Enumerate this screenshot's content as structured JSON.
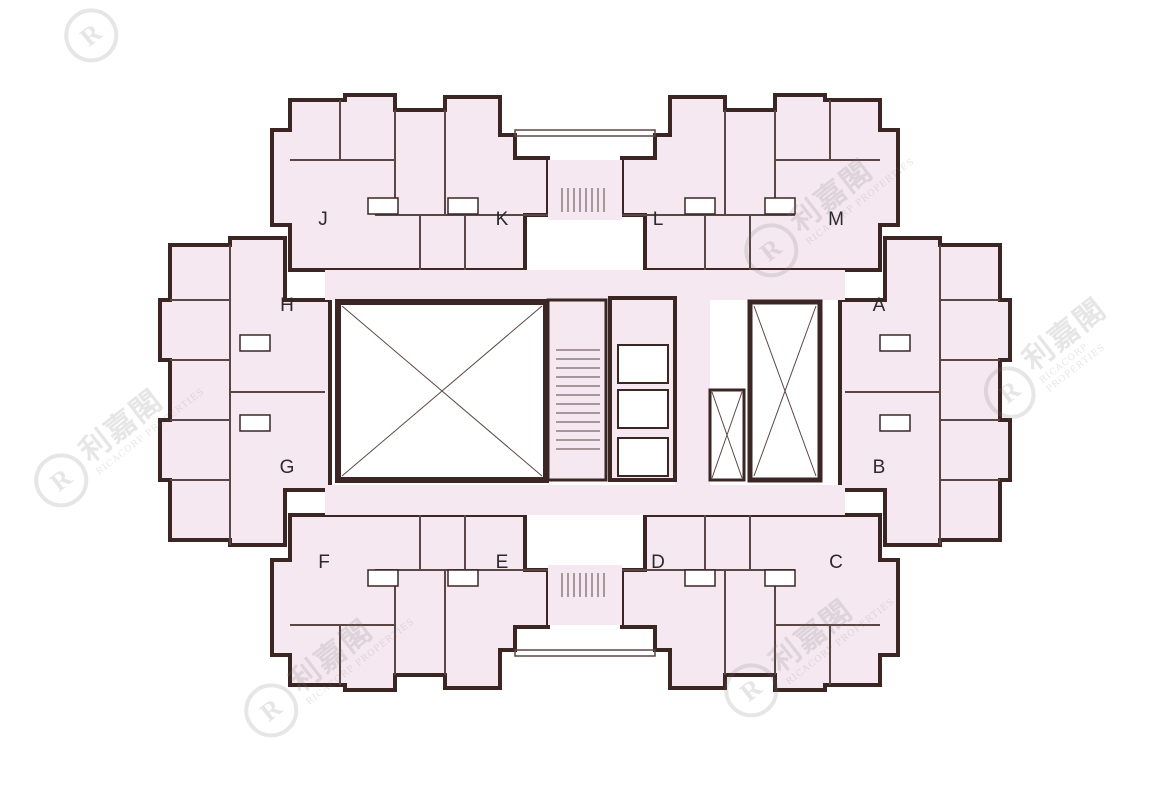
{
  "units": [
    {
      "id": "unit-a",
      "label": "A"
    },
    {
      "id": "unit-b",
      "label": "B"
    },
    {
      "id": "unit-c",
      "label": "C"
    },
    {
      "id": "unit-d",
      "label": "D"
    },
    {
      "id": "unit-e",
      "label": "E"
    },
    {
      "id": "unit-f",
      "label": "F"
    },
    {
      "id": "unit-g",
      "label": "G"
    },
    {
      "id": "unit-h",
      "label": "H"
    },
    {
      "id": "unit-j",
      "label": "J"
    },
    {
      "id": "unit-k",
      "label": "K"
    },
    {
      "id": "unit-l",
      "label": "L"
    },
    {
      "id": "unit-m",
      "label": "M"
    }
  ],
  "watermark": {
    "seal": "R",
    "chinese": "利嘉閣",
    "english": "RICACORP PROPERTIES"
  },
  "colors": {
    "floor": "#f6e8f0",
    "wall": "#3b2624",
    "line": "#5a4644",
    "void": "#ffffff"
  }
}
